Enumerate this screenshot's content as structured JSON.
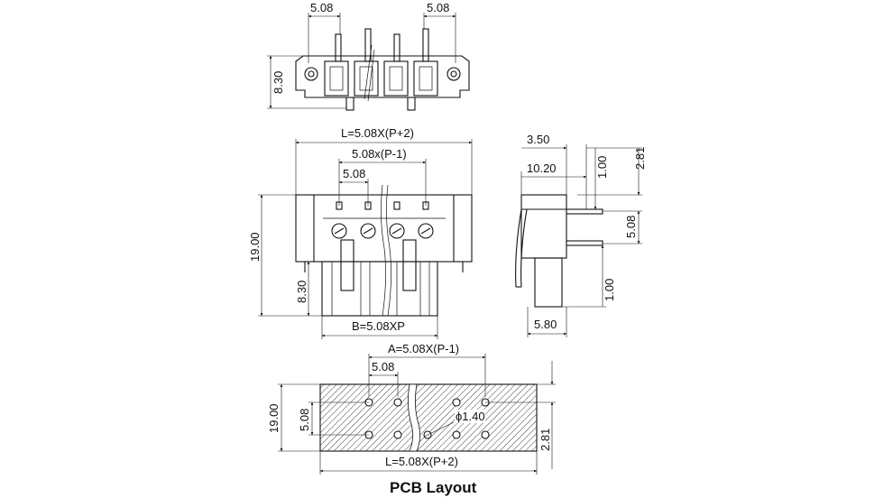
{
  "dimensions": {
    "top_pitch_left": "5.08",
    "top_pitch_right": "5.08",
    "top_height": "8.30",
    "front_length": "L=5.08X(P+2)",
    "front_inner": "5.08x(P-1)",
    "front_pitch": "5.08",
    "front_height": "19.00",
    "front_lower_height": "8.30",
    "front_bottom": "B=5.08XP",
    "side_top": "3.50",
    "side_depth": "10.20",
    "side_pin_offset": "1.00",
    "side_right_top": "2.81",
    "side_pin_pitch": "5.08",
    "side_pin_length": "1.00",
    "side_bottom": "5.80",
    "pcb_span": "A=5.08X(P-1)",
    "pcb_pitch": "5.08",
    "pcb_height": "19.00",
    "pcb_row_pitch": "5.08",
    "pcb_hole_dia": "ϕ1.40",
    "pcb_edge": "2.81",
    "pcb_length": "L=5.08X(P+2)"
  },
  "caption": "PCB Layout"
}
